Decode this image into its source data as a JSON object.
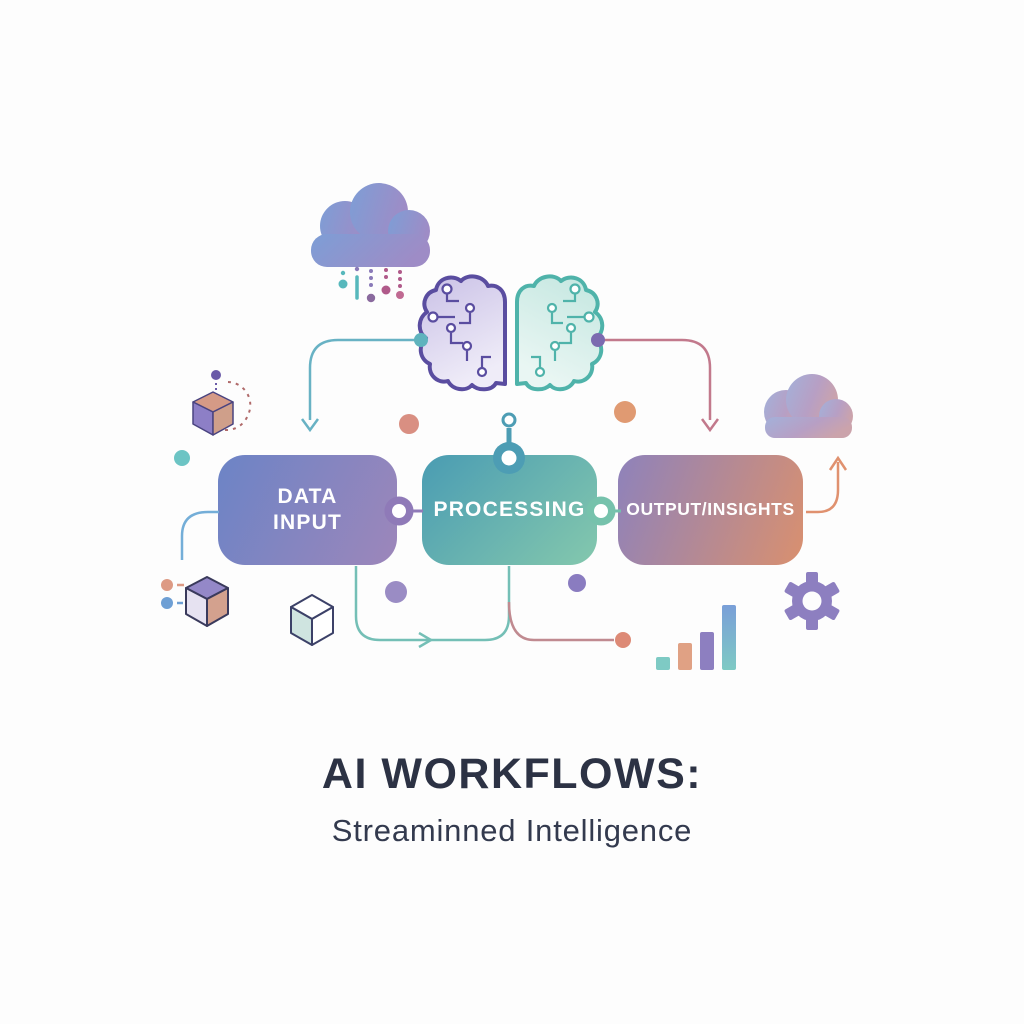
{
  "title": {
    "heading": "AI WORKFLOWS:",
    "subheading": "Streaminned Intelligence"
  },
  "workflow": {
    "nodes": [
      {
        "id": "data-input",
        "line1": "DATA",
        "line2": "INPUT",
        "gradient_start": "#6c84c6",
        "gradient_end": "#9d86ba"
      },
      {
        "id": "processing",
        "line1": "PROCESSING",
        "line2": "",
        "gradient_start": "#4a9cb3",
        "gradient_end": "#84c8ad"
      },
      {
        "id": "output-insights",
        "line1": "OUTPUT/INSIGHTS",
        "line2": "",
        "gradient_start": "#8e82bb",
        "gradient_end": "#d9906f"
      }
    ],
    "connectors": [
      "brain-to-processing-knob",
      "tap-line-to-data-input",
      "tap-line-to-output-insights",
      "data-input-to-processing-underline-arrow",
      "processing-underline-to-dot",
      "output-to-cloud-arrow"
    ]
  },
  "illustration": {
    "icons": [
      {
        "name": "data-cloud-icon"
      },
      {
        "name": "rain-data-dots"
      },
      {
        "name": "circuit-brain-icon"
      },
      {
        "name": "data-cube-icon"
      },
      {
        "name": "gradient-cube-icon"
      },
      {
        "name": "wireframe-cube-icon"
      },
      {
        "name": "bar-chart-icon",
        "bar_values": [
          13,
          27,
          38,
          65
        ]
      },
      {
        "name": "gear-icon"
      },
      {
        "name": "output-cloud-icon"
      }
    ],
    "colors": {
      "blue": "#6c84c6",
      "purple": "#8f7ab8",
      "deep_purple": "#5a4da0",
      "teal": "#4fb3aa",
      "green_teal": "#84c8ad",
      "salmon": "#de9070",
      "magenta": "#b05a8a",
      "navy_text": "#2c3244",
      "white": "#ffffff"
    }
  }
}
